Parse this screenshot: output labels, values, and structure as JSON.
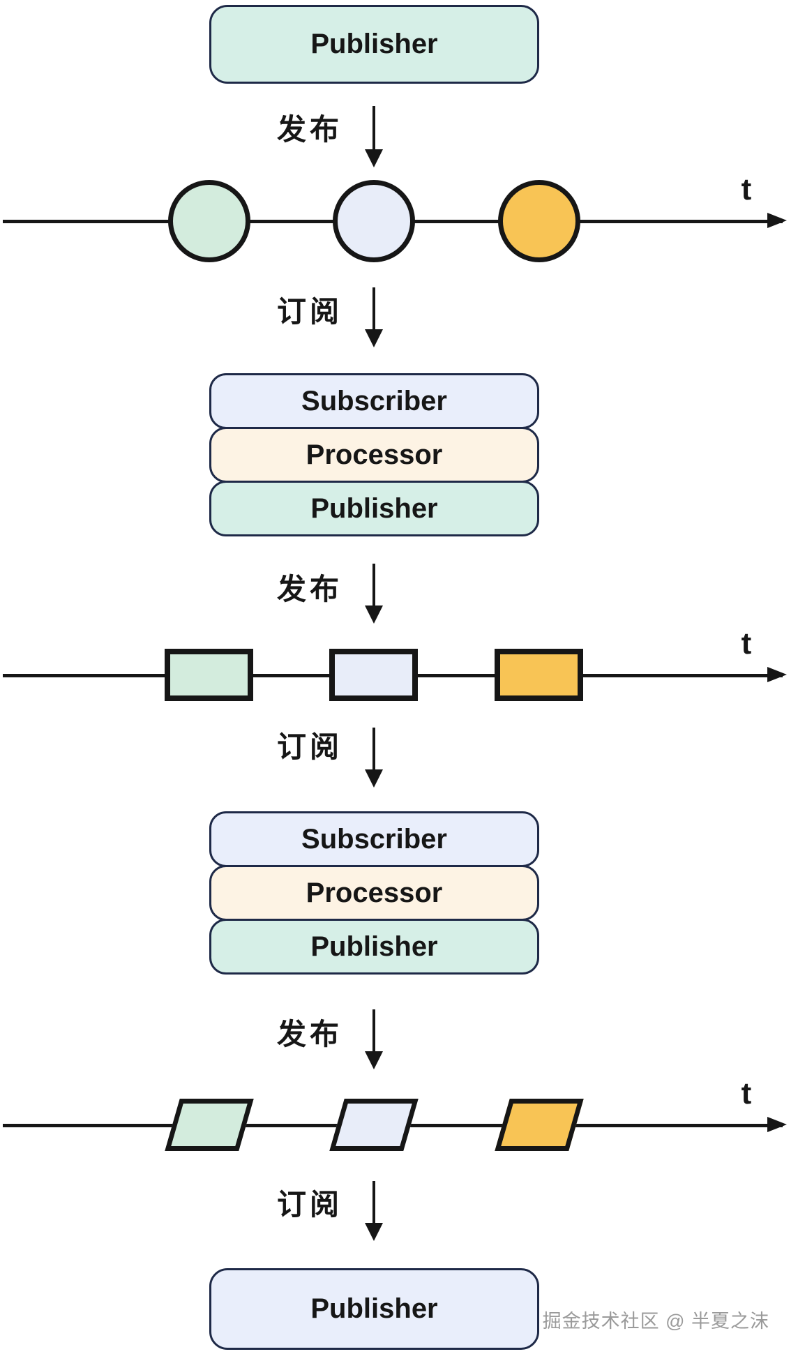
{
  "colors": {
    "box_mint": "#d6efe7",
    "box_blue": "#e9eefb",
    "cream": "#fdf3e4",
    "shape_mint": "#d3ecdd",
    "shape_blue": "#e8edf9",
    "orange": "#f8c455",
    "navy": "#1e2947",
    "ink": "#161616",
    "watermark_gray": "#9a9a9a"
  },
  "labels": {
    "publish": "发布",
    "subscribe": "订阅",
    "time_axis": "t"
  },
  "top_box": {
    "label": "Publisher",
    "color": "box_mint"
  },
  "bottom_box": {
    "label": "Publisher",
    "color": "box_blue"
  },
  "stacks": [
    {
      "rows": [
        {
          "label": "Subscriber",
          "color": "box_blue"
        },
        {
          "label": "Processor",
          "color": "cream"
        },
        {
          "label": "Publisher",
          "color": "box_mint"
        }
      ]
    },
    {
      "rows": [
        {
          "label": "Subscriber",
          "color": "box_blue"
        },
        {
          "label": "Processor",
          "color": "cream"
        },
        {
          "label": "Publisher",
          "color": "box_mint"
        }
      ]
    }
  ],
  "timelines": [
    {
      "shape": "circle",
      "markers": [
        "shape_mint",
        "shape_blue",
        "orange"
      ]
    },
    {
      "shape": "rect",
      "markers": [
        "shape_mint",
        "shape_blue",
        "orange"
      ]
    },
    {
      "shape": "parallelogram",
      "markers": [
        "shape_mint",
        "shape_blue",
        "orange"
      ]
    }
  ],
  "watermark": {
    "text": "掘金技术社区 @ 半夏之沫"
  }
}
